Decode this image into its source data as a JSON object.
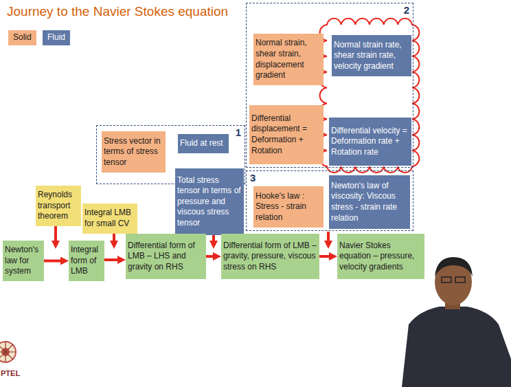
{
  "diagram": {
    "title": "Journey to the Navier Stokes equation",
    "nodes": [
      {
        "text": [
          "2"
        ]
      },
      {
        "text": [
          "Normal strain, shear strain, displacement gradient"
        ],
        "in": 0
      },
      {
        "text": [
          "Normal strain rate, shear strain rate, velocity gradient"
        ],
        "in": 0
      },
      {
        "text": [
          "Differential displacement = Deformation + Rotation"
        ],
        "in": 0
      },
      {
        "text": [
          "Differential velocity = Deformation rate + Rotation rate"
        ],
        "in": 0
      },
      {
        "text": [
          "1"
        ]
      },
      {
        "text": [
          "Stress vector in terms of stress tensor"
        ],
        "in": 5
      },
      {
        "text": [
          "Fluid at rest"
        ],
        "in": 5
      },
      {
        "text": [
          "Total stress tensor in terms of pressure and viscous stress tensor"
        ]
      },
      {
        "text": [
          "3"
        ]
      },
      {
        "text": [
          "Hooke's law : Stress - strain relation"
        ],
        "in": 9
      },
      {
        "text": [
          "Newton's law of viscosity: Viscous stress - strain rate relation"
        ],
        "in": 9
      },
      {
        "text": [
          "Reynolds transport theorem"
        ]
      },
      {
        "text": [
          "Integral LMB for small CV"
        ]
      },
      {
        "text": [
          "Newton's law for system"
        ]
      },
      {
        "text": [
          "Integral form of LMB"
        ]
      },
      {
        "text": [
          "Differential form of LMB – LHS and gravity on RHS"
        ]
      },
      {
        "text": [
          "Differential form of LMB – gravity, pressure, viscous stress on RHS"
        ]
      },
      {
        "text": [
          "Navier Stokes equation – pressure, velocity gradients"
        ]
      }
    ],
    "edges": [
      {
        "from": 14,
        "to": 15,
        "arrow": "to"
      },
      {
        "from": 15,
        "to": 16,
        "arrow": "to"
      },
      {
        "from": 16,
        "to": 17,
        "arrow": "to"
      },
      {
        "from": 17,
        "to": 18,
        "arrow": "to"
      }
    ],
    "labels": [
      "PTEL"
    ],
    "legend": [
      {
        "text": "Solid",
        "color": "#f4b183"
      },
      {
        "text": "Fluid",
        "color": "#5f78a6"
      }
    ]
  }
}
